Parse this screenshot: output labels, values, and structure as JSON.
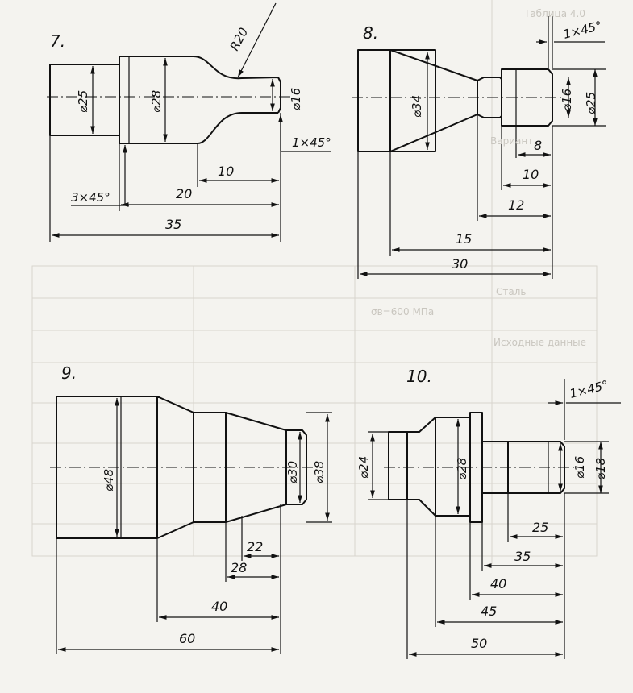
{
  "figures": [
    {
      "number": "7.",
      "dims": {
        "d1": "⌀25",
        "d2": "⌀28",
        "d3": "⌀16",
        "radius": "R20",
        "chamfer_right": "1×45°",
        "chamfer_left": "3×45°",
        "len_10": "10",
        "len_20": "20",
        "len_35": "35"
      }
    },
    {
      "number": "8.",
      "dims": {
        "d1": "⌀34",
        "d2": "⌀16",
        "d3": "⌀25",
        "chamfer": "1×45°",
        "len_8": "8",
        "len_10": "10",
        "len_12": "12",
        "len_15": "15",
        "len_30": "30"
      }
    },
    {
      "number": "9.",
      "dims": {
        "d1": "⌀48",
        "d2": "⌀30",
        "d3": "⌀38",
        "len_22": "22",
        "len_28": "28",
        "len_40": "40",
        "len_60": "60"
      }
    },
    {
      "number": "10.",
      "dims": {
        "d1": "⌀24",
        "d2": "⌀28",
        "d3": "⌀16",
        "d4": "⌀18",
        "chamfer": "1×45°",
        "len_25": "25",
        "len_35": "35",
        "len_40": "40",
        "len_45": "45",
        "len_50": "50"
      }
    }
  ],
  "background_text": [
    "Таблица 4.0",
    "Вариант",
    "Сталь",
    "σв=600 МПа",
    "Исходные данные"
  ]
}
